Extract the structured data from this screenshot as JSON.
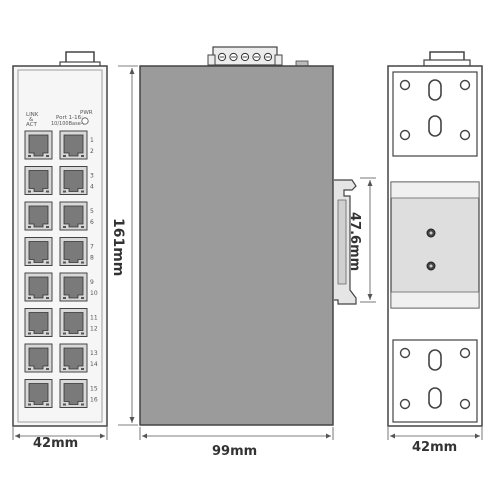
{
  "front_panel": {
    "label_link": "LINK",
    "label_and": "&",
    "label_act": "ACT",
    "label_port": "Port 1-16:",
    "label_speed": "10/100Base-T",
    "label_pwr": "PWR",
    "port_labels": [
      "1",
      "2",
      "3",
      "4",
      "5",
      "6",
      "7",
      "8",
      "9",
      "10",
      "11",
      "12",
      "13",
      "14",
      "15",
      "16"
    ]
  },
  "dimensions": {
    "front_width": "42mm",
    "height": "161mm",
    "side_width": "99mm",
    "din_rail": "47.6mm",
    "back_width": "42mm"
  },
  "colors": {
    "outline": "#444444",
    "side_fill": "#9b9b9b",
    "port_fill": "#7a7a7a",
    "din_fill": "#dedede",
    "dim_line": "#555555"
  }
}
